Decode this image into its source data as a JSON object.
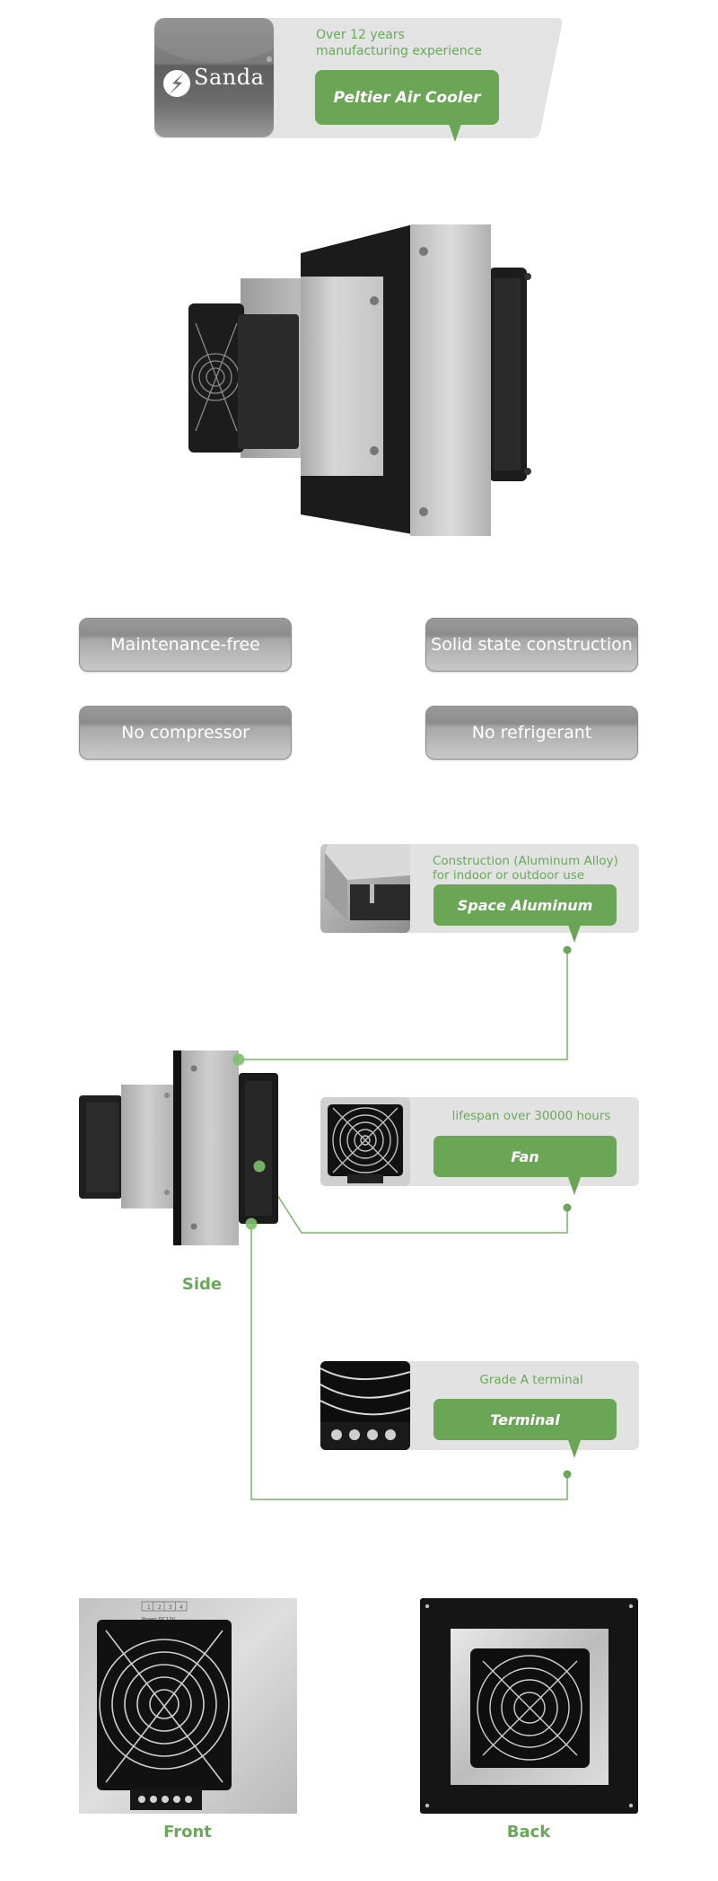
{
  "header": {
    "brand": "Sanda",
    "registered_mark": "®",
    "tagline_line1": "Over 12 years",
    "tagline_line2": "manufacturing experience",
    "product_title": "Peltier Air Cooler",
    "icon": "lightning-logo-icon"
  },
  "features": [
    {
      "label": "Maintenance-free"
    },
    {
      "label": "Solid state construction"
    },
    {
      "label": "No compressor"
    },
    {
      "label": "No refrigerant"
    }
  ],
  "callouts": [
    {
      "desc_line1": "Construction (Aluminum Alloy)",
      "desc_line2": "for indoor or outdoor use",
      "title": "Space Aluminum",
      "thumb": "aluminum-profile-image"
    },
    {
      "desc_line1": "lifespan over 30000 hours",
      "title": "Fan",
      "thumb": "fan-image"
    },
    {
      "desc_line1": "Grade A terminal",
      "title": "Terminal",
      "thumb": "terminal-block-image"
    }
  ],
  "side_view": {
    "caption": "Side"
  },
  "front_view": {
    "caption": "Front",
    "terminal_numbers": [
      "1",
      "2",
      "3",
      "4"
    ],
    "power_label": "Power DC12V"
  },
  "back_view": {
    "caption": "Back"
  },
  "colors": {
    "accent_green": "#6ba657",
    "text_green": "#6aa85a",
    "panel_gray": "#e2e2e2"
  }
}
